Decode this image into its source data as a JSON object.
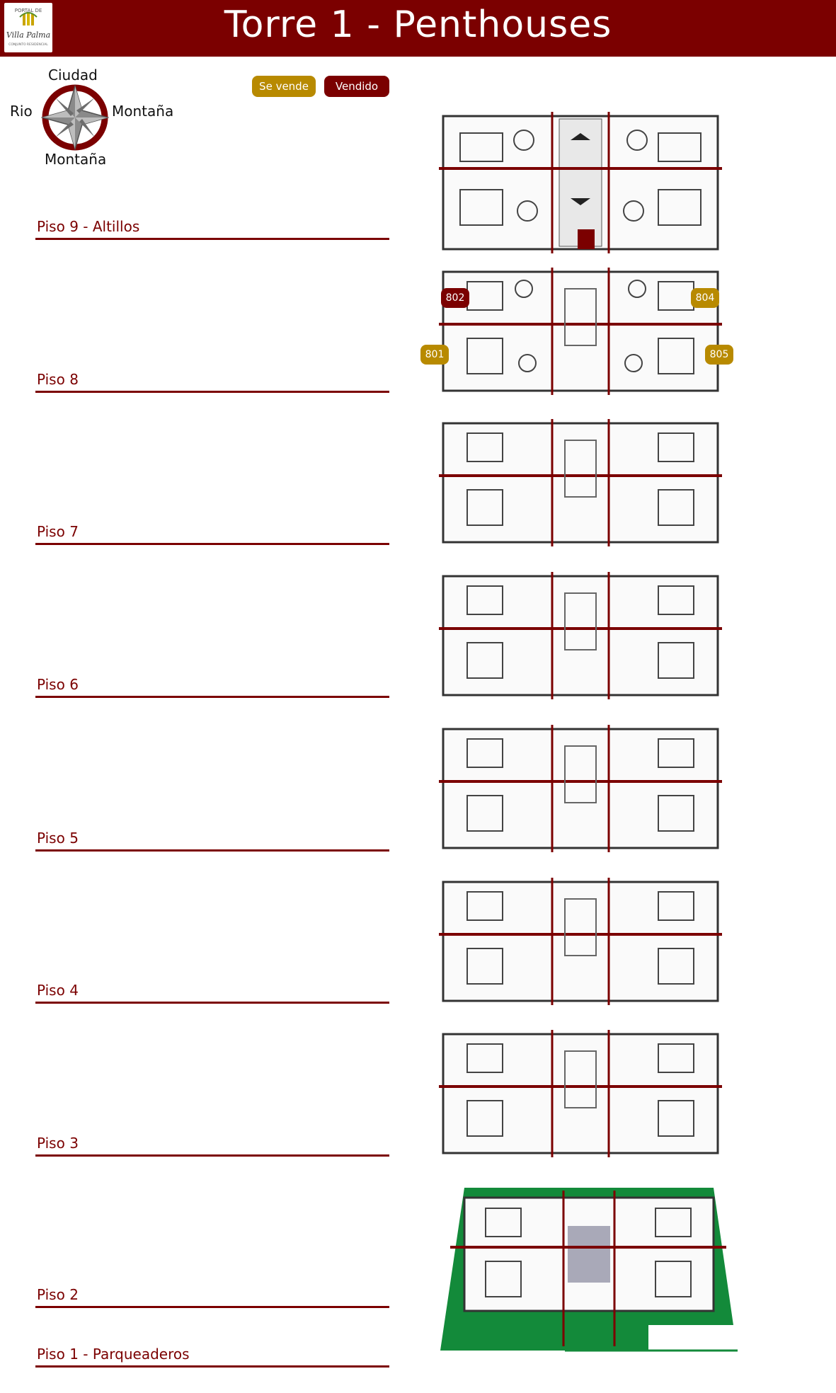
{
  "header": {
    "title": "Torre 1 - Penthouses",
    "logo": {
      "line1": "PORTAL DE",
      "line2": "Villa Palma",
      "line3": "CONJUNTO RESIDENCIAL"
    }
  },
  "compass": {
    "top": "Ciudad",
    "left": "Rio",
    "right": "Montaña",
    "bottom": "Montaña",
    "icon": "compass-star-icon"
  },
  "legend": {
    "available_label": "Se vende",
    "sold_label": "Vendido",
    "available_color": "#b88a00",
    "sold_color": "#7b0000"
  },
  "floors": [
    {
      "label": "Piso 9 - Altillos"
    },
    {
      "label": "Piso 8"
    },
    {
      "label": "Piso 7"
    },
    {
      "label": "Piso 6"
    },
    {
      "label": "Piso 5"
    },
    {
      "label": "Piso 4"
    },
    {
      "label": "Piso 3"
    },
    {
      "label": "Piso 2"
    },
    {
      "label": "Piso 1 - Parqueaderos"
    }
  ],
  "units_piso8": [
    {
      "number": "802",
      "status": "Vendido"
    },
    {
      "number": "804",
      "status": "Se vende"
    },
    {
      "number": "801",
      "status": "Se vende"
    },
    {
      "number": "805",
      "status": "Se vende"
    }
  ],
  "colors": {
    "brand": "#7b0000",
    "available": "#b88a00",
    "garden": "#138a3a"
  }
}
